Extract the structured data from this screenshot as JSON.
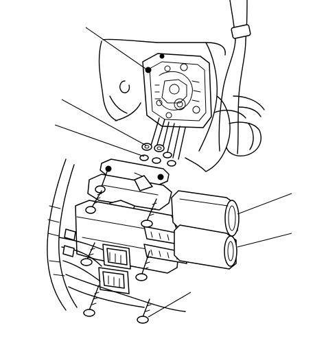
{
  "diagram": {
    "colors": {
      "background": "#ffffff",
      "line": "#000000"
    },
    "parts": [
      "valve-body-cover",
      "o-rings",
      "dowel-pins",
      "gasket",
      "bracket",
      "solenoid-valve-upper",
      "solenoid-valve-lower",
      "connectors",
      "mounting-bolts",
      "wire-harness",
      "transmission-housing"
    ],
    "callouts": 6
  }
}
